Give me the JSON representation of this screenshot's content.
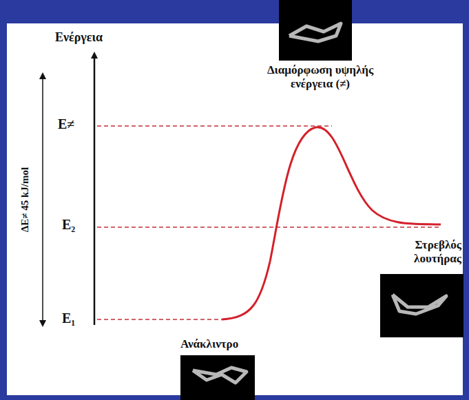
{
  "diagram": {
    "labels": [
      "Ενέργεια",
      "Διαμόρφωση υψηλής ενέργεια (≠)",
      "E≠",
      "E₂",
      "E₁",
      "ΔE≠ 45 kJ/mol",
      "Στρεβλός λουτήρας",
      "Ανάκλιντρο"
    ]
  }
}
